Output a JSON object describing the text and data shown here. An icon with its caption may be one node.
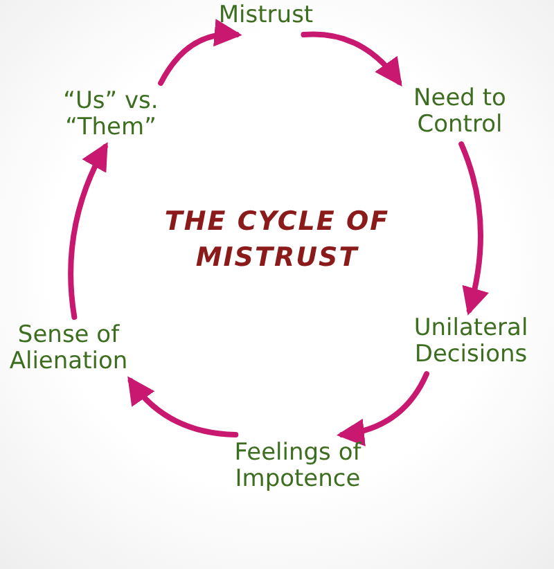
{
  "diagram": {
    "title": "THE CYCLE OF MISTRUST",
    "nodes": [
      {
        "text": [
          "Mistrust"
        ]
      },
      {
        "text": [
          "Need to Control"
        ]
      },
      {
        "text": [
          "Unilateral Decisions"
        ]
      },
      {
        "text": [
          "Feelings of Impotence"
        ]
      },
      {
        "text": [
          "Sense of Alienation"
        ]
      },
      {
        "text": [
          "“Us” vs. “Them”"
        ]
      }
    ],
    "edges": [
      {
        "from": 0,
        "to": 1,
        "arrow": "to"
      },
      {
        "from": 1,
        "to": 2,
        "arrow": "to"
      },
      {
        "from": 2,
        "to": 3,
        "arrow": "to"
      },
      {
        "from": 3,
        "to": 4,
        "arrow": "to"
      },
      {
        "from": 4,
        "to": 5,
        "arrow": "to"
      },
      {
        "from": 5,
        "to": 0,
        "arrow": "to"
      }
    ]
  }
}
